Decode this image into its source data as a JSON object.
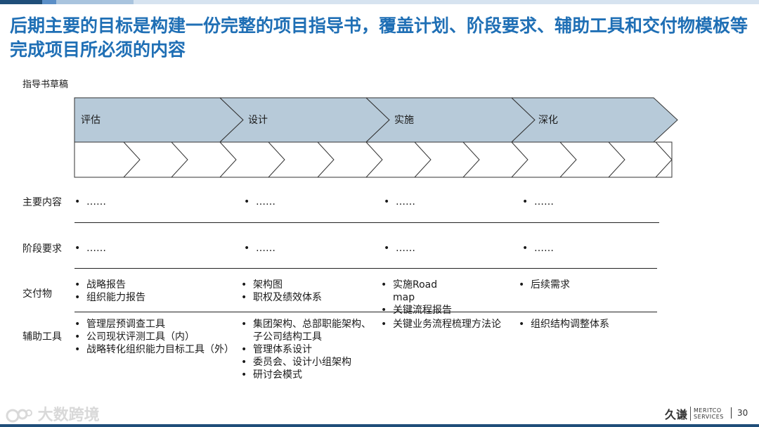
{
  "title": "后期主要的目标是构建一份完整的项目指导书，覆盖计划、阶段要求、辅助工具和交付物模板等完成项目所必须的内容",
  "draft_label": "指导书草稿",
  "phases": [
    "评估",
    "设计",
    "实施",
    "深化"
  ],
  "rows": [
    {
      "label": "主要内容",
      "cells": [
        [
          "……"
        ],
        [
          "……"
        ],
        [
          "……"
        ],
        [
          "……"
        ]
      ]
    },
    {
      "label": "阶段要求",
      "cells": [
        [
          "……"
        ],
        [
          "……"
        ],
        [
          "……"
        ],
        [
          "……"
        ]
      ]
    },
    {
      "label": "交付物",
      "cells": [
        [
          "战略报告",
          "组织能力报告"
        ],
        [
          "架构图",
          "职权及绩效体系"
        ],
        [
          "实施Roadmap",
          "关键流程报告"
        ],
        [
          "后续需求"
        ]
      ]
    },
    {
      "label": "辅助工具",
      "cells": [
        [
          "管理层预调查工具",
          "公司现状评测工具（内）",
          "战略转化组织能力目标工具（外）"
        ],
        [
          "集团架构、总部职能架构、子公司结构工具",
          "管理体系设计",
          "委员会、设计小组架构",
          "研讨会模式"
        ],
        [
          "关键业务流程梳理方法论"
        ],
        [
          "组织结构调整体系"
        ]
      ]
    }
  ],
  "watermark": "大数跨境",
  "brand": {
    "cn": "久谦",
    "en_line1": "MERITCO",
    "en_line2": "SERVICES"
  },
  "page_number": "30",
  "colors": {
    "title": "#1f6fb5",
    "chevron_fill": "#b7cad9",
    "topbar": [
      "#1f4e79",
      "#5b8fc7",
      "#a9c4de",
      "#d6e3f0"
    ]
  }
}
